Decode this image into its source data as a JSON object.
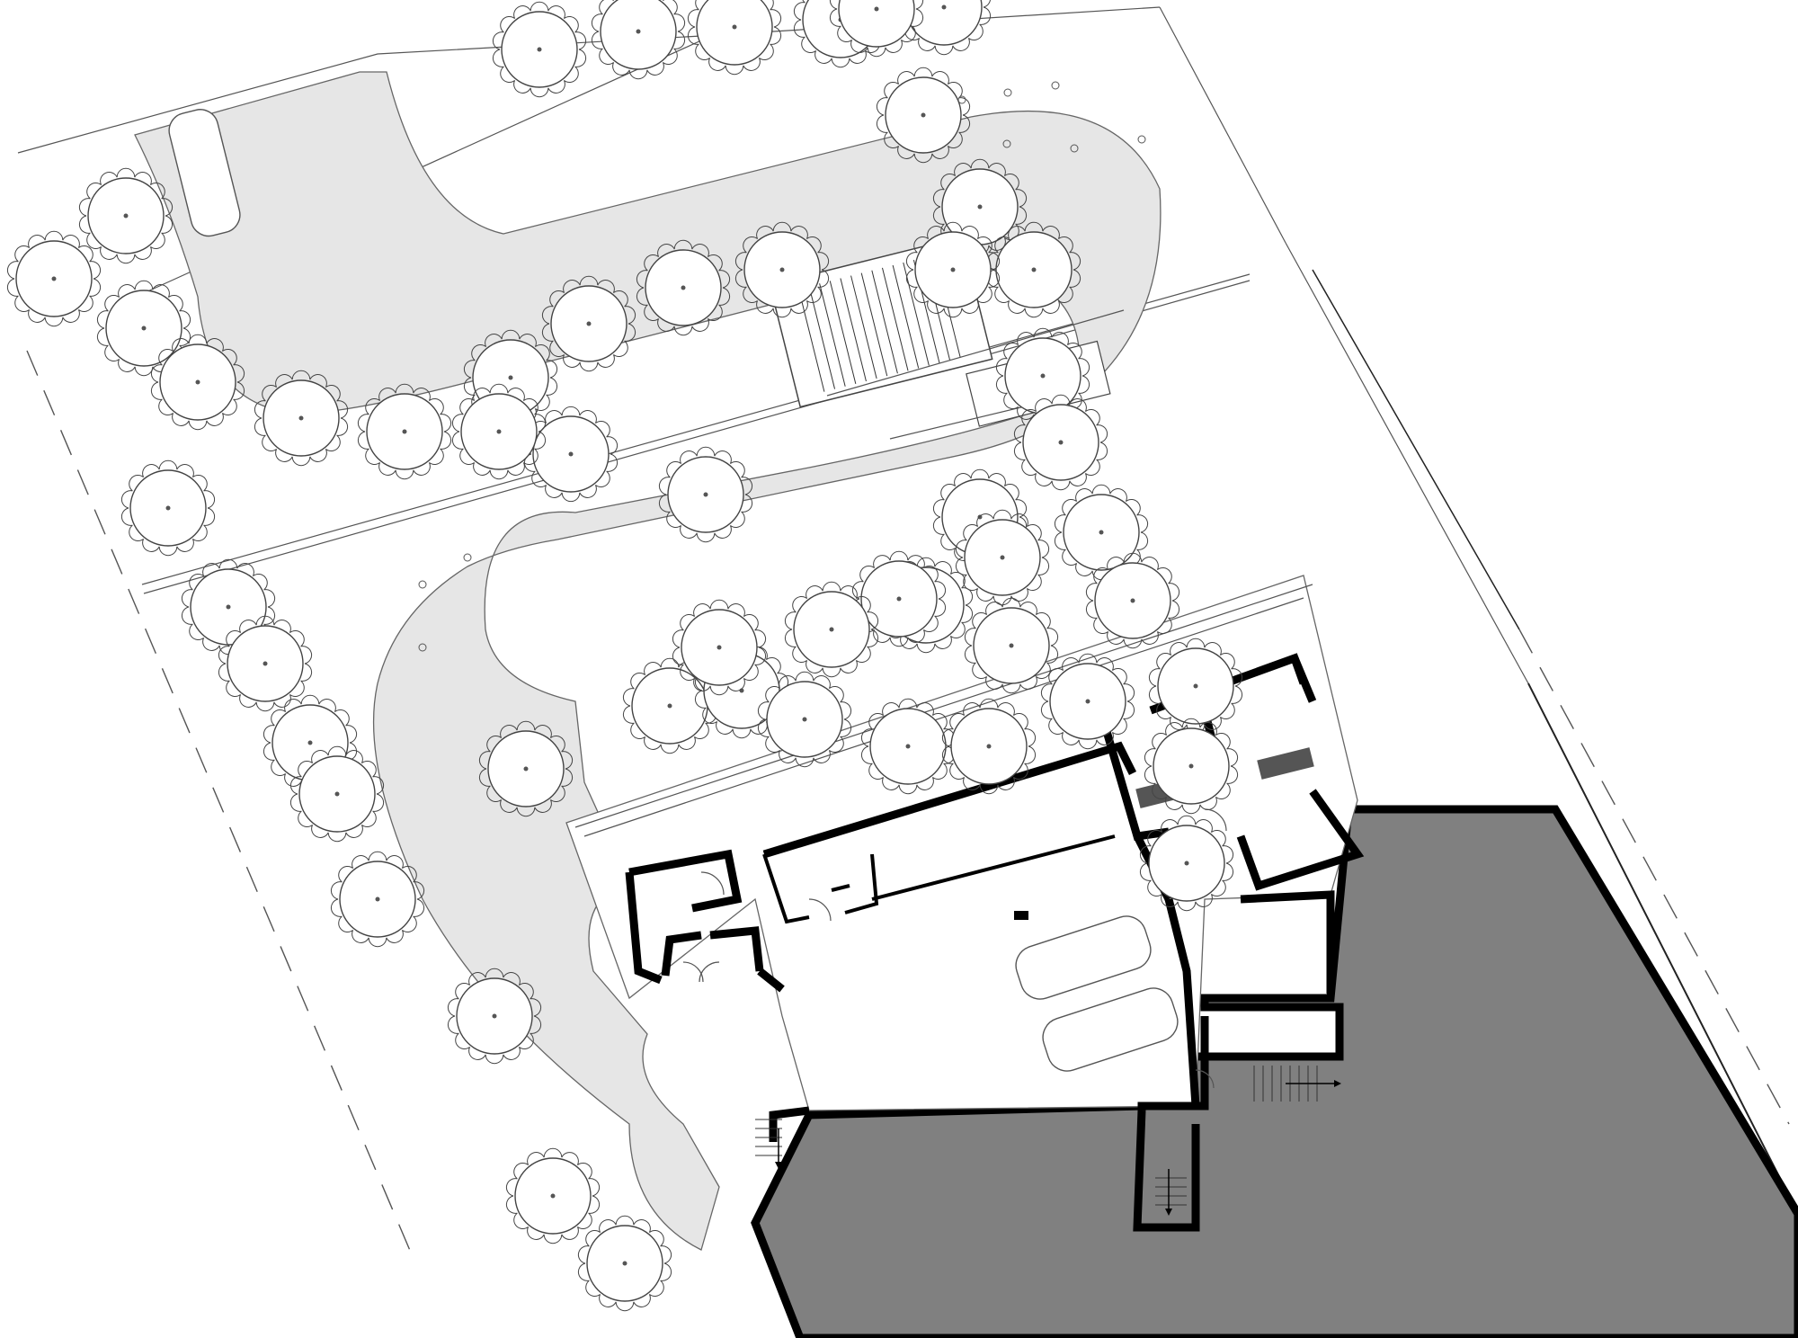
{
  "plan": {
    "trees_upper_row": 12,
    "trees_middle_row": 11,
    "trees_lower_row": 10,
    "trees_perimeter": 17,
    "cars_shown": 3,
    "colors": {
      "background": "#ffffff",
      "driveway_fill": "#e6e6e6",
      "excavation_fill": "#808080",
      "wall": "#000000",
      "line": "#555555"
    },
    "icons": [
      "tree-icon",
      "car-icon",
      "stair-arrow-icon",
      "door-swing-icon"
    ]
  }
}
